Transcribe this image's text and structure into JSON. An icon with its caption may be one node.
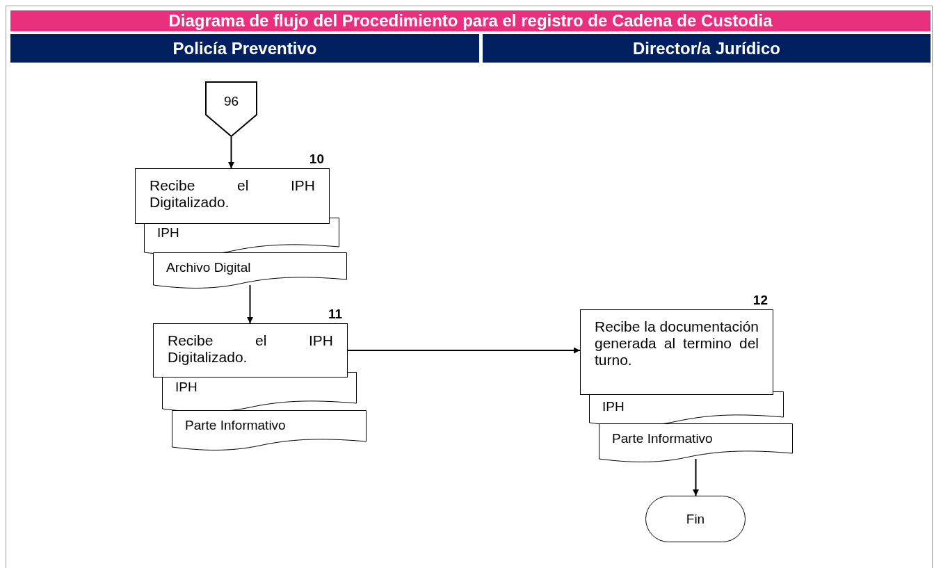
{
  "diagram": {
    "title": "Diagrama de flujo del Procedimiento para el registro de Cadena de Custodia",
    "nodes": [
      {
        "text": [
          "Policía Preventivo"
        ]
      },
      {
        "text": [
          "Director/a Jurídico"
        ]
      },
      {
        "text": [
          "96"
        ]
      },
      {
        "text": [
          "Recibe el IPH Digitalizado."
        ],
        "beside": [
          "10"
        ]
      },
      {
        "text": [
          "IPH"
        ]
      },
      {
        "text": [
          "Archivo Digital"
        ]
      },
      {
        "text": [
          "Recibe el IPH Digitalizado."
        ],
        "beside": [
          "11"
        ]
      },
      {
        "text": [
          "IPH"
        ]
      },
      {
        "text": [
          "Parte Informativo"
        ]
      },
      {
        "text": [
          "Recibe la documentación generada al termino del turno."
        ],
        "beside": [
          "12"
        ]
      },
      {
        "text": [
          "IPH"
        ]
      },
      {
        "text": [
          "Parte Informativo"
        ]
      },
      {
        "text": [
          "Fin"
        ]
      }
    ],
    "edges": [
      {
        "from": 2,
        "to": 3,
        "arrow": "to"
      },
      {
        "from": 5,
        "to": 6,
        "arrow": "to"
      },
      {
        "from": 6,
        "to": 9,
        "arrow": "to"
      },
      {
        "from": 11,
        "to": 12,
        "arrow": "to"
      }
    ]
  }
}
